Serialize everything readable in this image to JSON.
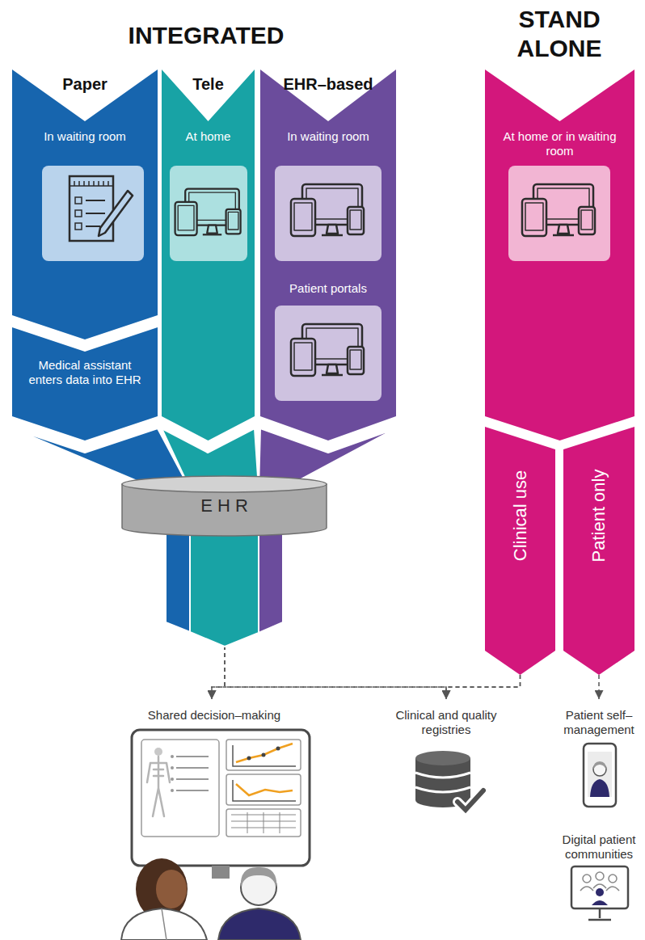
{
  "diagram": {
    "nodes": [
      {
        "text": [
          "Paper",
          "In waiting room"
        ]
      },
      {
        "text": [
          "Medical assistant enters data into EHR"
        ]
      },
      {
        "text": [
          "Tele",
          "At home"
        ]
      },
      {
        "text": [
          "EHR–based",
          "In waiting room",
          "Patient portals"
        ]
      },
      {
        "text": [
          "E H R"
        ]
      },
      {
        "text": [
          "At home or in waiting room"
        ]
      },
      {
        "text": [
          "Clinical use"
        ]
      },
      {
        "text": [
          "Patient only"
        ]
      },
      {
        "text": [
          "Shared decision–making"
        ]
      },
      {
        "text": [
          "Clinical and quality registries"
        ]
      },
      {
        "text": [
          "Patient self–management"
        ]
      },
      {
        "text": [
          "Digital patient communities"
        ]
      }
    ],
    "edges": [
      {
        "from": 4,
        "to": 8,
        "arrow": "to"
      },
      {
        "from": 4,
        "to": 9,
        "arrow": "to"
      },
      {
        "from": 6,
        "to": 8,
        "arrow": "to"
      },
      {
        "from": 6,
        "to": 9,
        "arrow": "to"
      },
      {
        "from": 7,
        "to": 10,
        "arrow": "to"
      }
    ],
    "labels": [
      "INTEGRATED",
      "STAND ALONE"
    ]
  }
}
